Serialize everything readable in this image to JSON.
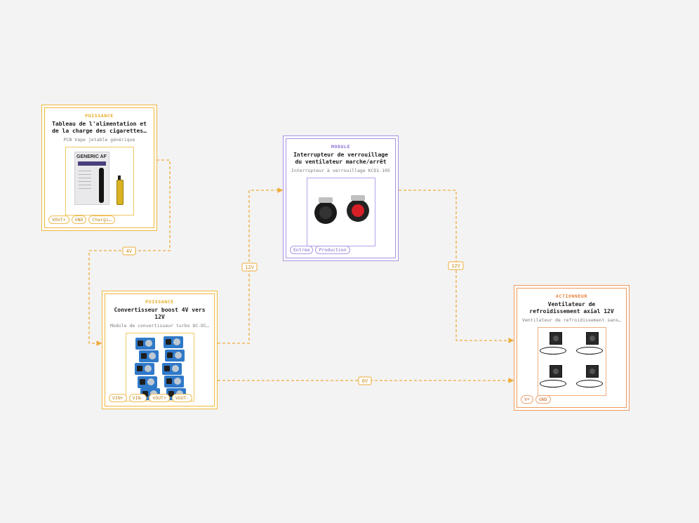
{
  "colors": {
    "canvas_background": "#f3f3f3",
    "power": "#f0b73a",
    "module": "#a992e6",
    "actuator": "#ef9a5c",
    "wire": "#efab3a"
  },
  "nodes": {
    "vape_pcb": {
      "category": "PUISSANCE",
      "title": "Tableau de l'alimentation et de la charge des cigarettes…",
      "subtitle": "PCB Vape jetable générique",
      "image_text": {
        "brand": "GENERIC AF"
      },
      "pins": [
        "VOUT+",
        "GND",
        "Chargi…"
      ]
    },
    "fan_switch": {
      "category": "MODULE",
      "title": "Interrupteur de verrouillage du ventilateur marche/arrêt",
      "subtitle": "Interrupteur à verrouillage KCD1-105",
      "pins": [
        "Entrée",
        "Production"
      ]
    },
    "boost_converter": {
      "category": "PUISSANCE",
      "title": "Convertisseur boost 4V vers 12V",
      "subtitle": "Module de convertisseur turbo DC-DC…",
      "pins": [
        "VIN+",
        "VIN-",
        "VOUT+",
        "VOUT-"
      ]
    },
    "cooling_fan": {
      "category": "ACTIONNEUR",
      "title": "Ventilateur de refroidissement axial 12V",
      "subtitle": "Ventilateur de refroidissement sans…",
      "pins": [
        "V+",
        "GND"
      ]
    }
  },
  "wires": {
    "vape_to_boost": "4V",
    "boost_to_switch": "12V",
    "switch_to_fan": "12V",
    "boost_to_fan": "0V"
  }
}
